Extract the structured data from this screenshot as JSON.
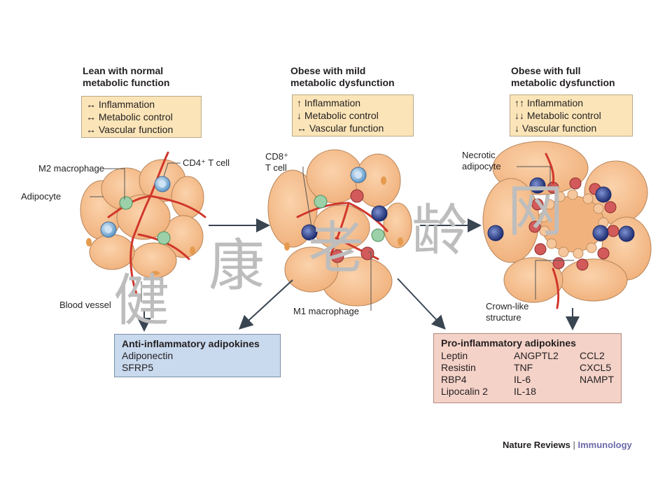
{
  "stages": [
    {
      "title_line1": "Lean with normal",
      "title_line2": "metabolic function",
      "rows": [
        "↔ Inflammation",
        "↔ Metabolic control",
        "↔ Vascular function"
      ]
    },
    {
      "title_line1": "Obese with mild",
      "title_line2": "metabolic dysfunction",
      "rows": [
        "↑  Inflammation",
        "↓  Metabolic control",
        "↔ Vascular function"
      ]
    },
    {
      "title_line1": "Obese with full",
      "title_line2": "metabolic dysfunction",
      "rows": [
        "↑↑ Inflammation",
        "↓↓ Metabolic control",
        "↓  Vascular function"
      ]
    }
  ],
  "labels": {
    "m2": "M2 macrophage",
    "cd4": "CD4⁺ T cell",
    "adipocyte": "Adipocyte",
    "blood_vessel": "Blood vessel",
    "cd8_line1": "CD8⁺",
    "cd8_line2": "T cell",
    "m1": "M1 macrophage",
    "necrotic_line1": "Necrotic",
    "necrotic_line2": "adipocyte",
    "crown_line1": "Crown-like",
    "crown_line2": "structure"
  },
  "anti_box": {
    "title": "Anti-inflammatory adipokines",
    "items": [
      "Adiponectin",
      "SFRP5"
    ]
  },
  "pro_box": {
    "title": "Pro-inflammatory adipokines",
    "col1": [
      "Leptin",
      "Resistin",
      "RBP4",
      "Lipocalin 2"
    ],
    "col2": [
      "ANGPTL2",
      "TNF",
      "IL-6",
      "IL-18"
    ],
    "col3": [
      "CCL2",
      "CXCL5",
      "NAMPT"
    ]
  },
  "credit": {
    "journal": "Nature Reviews",
    "separator": "|",
    "subject": "Immunology"
  },
  "watermark": [
    "健",
    "康",
    "老",
    "龄",
    "网"
  ],
  "colors": {
    "adipocyte": "#f7c394",
    "vessel": "#d0372b",
    "t_cell_cd4": "#8ab8dd",
    "t_cell_cd8": "#2b3f8c",
    "m2": "#9bd0a8",
    "m1": "#d25a5a",
    "anti_box": "#c9d9ee",
    "pro_box": "#f4d2c8",
    "info_box": "#fbe5b8"
  }
}
